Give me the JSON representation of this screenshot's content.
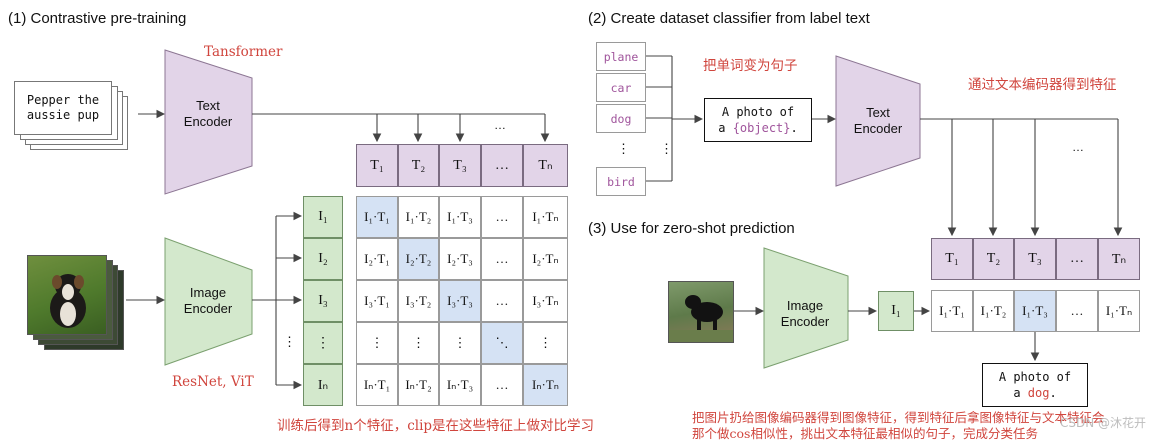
{
  "sections": {
    "pretraining_title": "(1) Contrastive pre-training",
    "classifier_title": "(2) Create dataset classifier from label text",
    "zeroshot_title": "(3) Use for zero-shot prediction"
  },
  "pretraining": {
    "text_input": [
      "Pepper the",
      "aussie pup"
    ],
    "text_encoder_label": "Text\nEncoder",
    "image_encoder_label": "Image\nEncoder",
    "text_tokens": [
      "T₁",
      "T₂",
      "T₃",
      "…",
      "Tₙ"
    ],
    "image_tokens": [
      "I₁",
      "I₂",
      "I₃",
      "⋮",
      "Iₙ"
    ],
    "matrix": [
      [
        "I₁·T₁",
        "I₁·T₂",
        "I₁·T₃",
        "…",
        "I₁·Tₙ"
      ],
      [
        "I₂·T₁",
        "I₂·T₂",
        "I₂·T₃",
        "…",
        "I₂·Tₙ"
      ],
      [
        "I₃·T₁",
        "I₃·T₂",
        "I₃·T₃",
        "…",
        "I₃·Tₙ"
      ],
      [
        "⋮",
        "⋮",
        "⋮",
        "⋱",
        "⋮"
      ],
      [
        "Iₙ·T₁",
        "Iₙ·T₂",
        "Iₙ·T₃",
        "…",
        "Iₙ·Tₙ"
      ]
    ],
    "ellipsis_arrow_label": "…",
    "vdots_label": "⋮"
  },
  "classifier": {
    "labels": [
      "plane",
      "car",
      "dog",
      "⋮",
      "bird"
    ],
    "side_dots": "⋮",
    "template_line1": "A photo of",
    "template_line2_prefix": "a ",
    "template_placeholder": "{object}",
    "template_line2_suffix": ".",
    "text_encoder_label": "Text\nEncoder",
    "ellipsis": "…"
  },
  "zeroshot": {
    "image_encoder_label": "Image\nEncoder",
    "image_token": "I₁",
    "text_tokens": [
      "T₁",
      "T₂",
      "T₃",
      "…",
      "Tₙ"
    ],
    "scores": [
      "I₁·T₁",
      "I₁·T₂",
      "I₁·T₃",
      "…",
      "I₁·Tₙ"
    ],
    "result_line1": "A photo of",
    "result_line2_prefix": "a ",
    "result_word": "dog",
    "result_line2_suffix": "."
  },
  "annotations": {
    "transformer": "Tansformer",
    "resnet_vit": "ResNet, ViT",
    "pretrain_note": "训练后得到n个特征，clip是在这些特征上做对比学习",
    "word_to_sentence": "把单词变为句子",
    "text_encoder_note": "通过文本编码器得到特征",
    "zeroshot_note_line1": "把图片扔给图像编码器得到图像特征，得到特征后拿图像特征与文本特征会",
    "zeroshot_note_line2": "那个做cos相似性，挑出文本特征最相似的句子，完成分类任务"
  },
  "watermark": "CSDN @沐花开",
  "colors": {
    "text_token_fill": "#e2d4e8",
    "image_token_fill": "#d3e8cc",
    "diagonal_fill": "#d5e2f4",
    "annotation_red": "#d0453d",
    "label_purple": "#a0559c"
  }
}
